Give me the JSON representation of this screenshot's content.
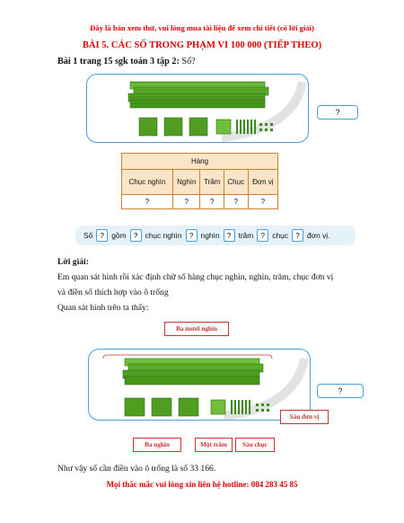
{
  "notice": "Đây là bản xem thử, vui lòng mua tài liệu để xem chi tiết (có lời giải)",
  "title": "BÀI 5. CÁC SỐ TRONG PHẠM VI 100 000 (TIẾP THEO)",
  "exercise": {
    "label": "Bài 1 trang 15 sgk toán 3 tập 2:",
    "prompt": "Số?"
  },
  "question_mark": "?",
  "table": {
    "header": "Hàng",
    "columns": [
      "Chục nghìn",
      "Nghìn",
      "Trăm",
      "Chục",
      "Đơn vị"
    ],
    "values": [
      "?",
      "?",
      "?",
      "?",
      "?"
    ]
  },
  "sentence": {
    "words": [
      "Số",
      "gồm",
      "chục nghìn",
      "nghìn",
      "trăm",
      "chục",
      "đơn vị."
    ],
    "blank": "?"
  },
  "solution": {
    "heading": "Lời giải:",
    "line1": "Em quan sát hình rồi xác định chữ số hàng chục nghìn, nghìn, trăm, chục đơn vị",
    "line2": "và điền số thích hợp vào ô trống",
    "line3": "Quan sát hình trên ta thấy:",
    "conclusion": "Như vậy số cần điền vào ô trống là số 33 166."
  },
  "labels": {
    "ba_muoi_nghin": "Ba mươi nghìn",
    "ba_nghin": "Ba nghìn",
    "mot_tram": "Một trăm",
    "sau_chuc": "Sáu chục",
    "sau_don_vi": "Sáu đơn vị"
  },
  "hotline": "Mọi thắc mắc vui lòng xin liên hệ hotline: 084 283 45 85",
  "colors": {
    "red": "#dd0000",
    "blue_border": "#4aa0d6",
    "green": "#3b8c1c",
    "table_header": "#fbe5c8"
  }
}
